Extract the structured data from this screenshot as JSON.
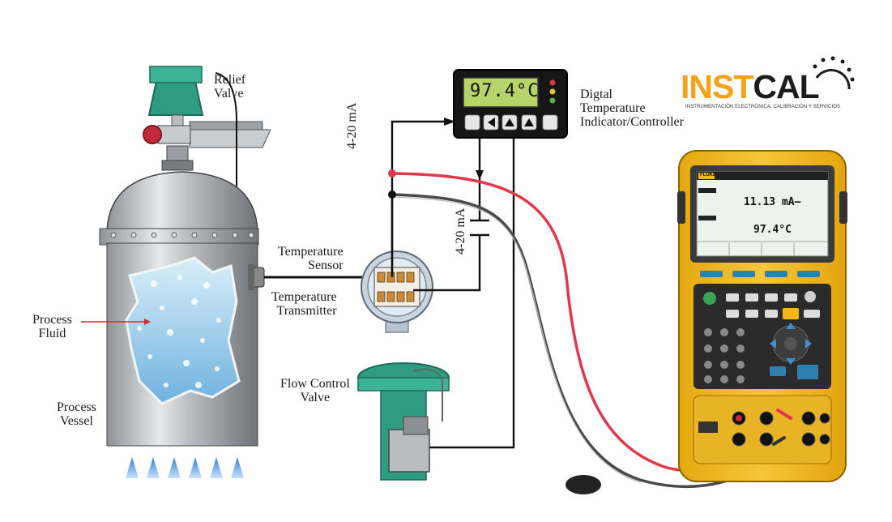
{
  "labels": {
    "relief_valve": "Relief\nValve",
    "process_fluid": "Process\nFluid",
    "process_vessel": "Process\nVessel",
    "temperature_sensor": "Temperature\nSensor",
    "temperature_transmitter": "Temperature\nTransmitter",
    "flow_control_valve": "Flow Control\nValve",
    "digital_indicator": "Digtal\nTemperature\nIndicator/Controller",
    "loop_signal_1": "4-20 mA",
    "loop_signal_2": "4-20 mA"
  },
  "controller": {
    "display_value": "97.4°C"
  },
  "calibrator": {
    "brand": "FLUKE",
    "reading_ma": "11.13 mA—",
    "reading_temp": "97.4°C",
    "softkeys": [
      "",
      "",
      "",
      ""
    ]
  },
  "logo": {
    "part1": "INST",
    "part2": "CAL",
    "tagline": "INSTRUMENTACIÓN ELECTRÓNICA, CALIBRACIÓN Y SERVICIOS"
  },
  "colors": {
    "red_wire": "#e0384a",
    "logo_orange": "#f5a21a",
    "calibrator_yellow": "#f2b71c",
    "valve_green": "#2f9c82",
    "lcd_green": "#b7d46b"
  }
}
